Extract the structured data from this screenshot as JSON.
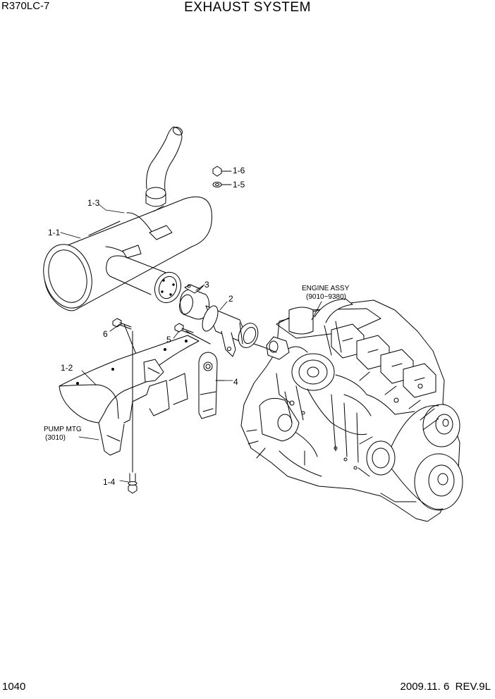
{
  "header": {
    "model": "R370LC-7",
    "title": "EXHAUST SYSTEM"
  },
  "footer": {
    "page_number": "1040",
    "date": "2009.11. 6",
    "revision": "REV.9L"
  },
  "callouts": {
    "p1_1": "1-1",
    "p1_2": "1-2",
    "p1_3": "1-3",
    "p1_4": "1-4",
    "p1_5": "1-5",
    "p1_6": "1-6",
    "p2": "2",
    "p3": "3",
    "p4": "4",
    "p5": "5",
    "p6": "6"
  },
  "references": {
    "engine_assy_line1": "ENGINE ASSY",
    "engine_assy_line2": "(9010~9380)",
    "pump_mtg_line1": "PUMP MTG",
    "pump_mtg_line2": "(3010)"
  }
}
